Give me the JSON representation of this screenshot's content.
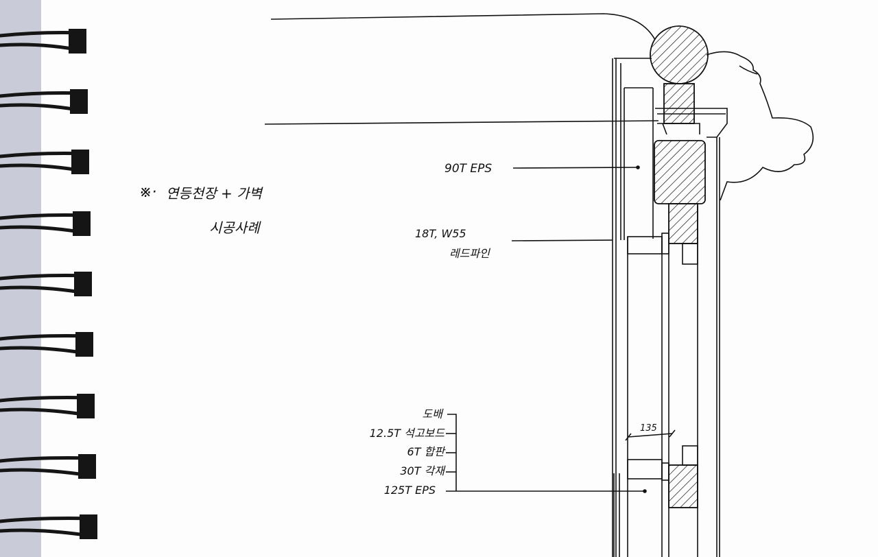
{
  "note": {
    "mark": "※·",
    "line1": "연등천장 + 가벽",
    "line2": "시공사례"
  },
  "callouts": {
    "insulation_top": "90T EPS",
    "redpine_1": "18T, W55",
    "redpine_2": "레드파인",
    "dimension": "135"
  },
  "wall_layers": [
    {
      "label": "도배"
    },
    {
      "label": "12.5T 석고보드"
    },
    {
      "label": "6T 합판"
    },
    {
      "label": "30T 각재"
    },
    {
      "label": "125T EPS"
    }
  ],
  "colors": {
    "ink": "#111111",
    "paper": "#fdfdfd",
    "binding": "#c9ccd8"
  }
}
